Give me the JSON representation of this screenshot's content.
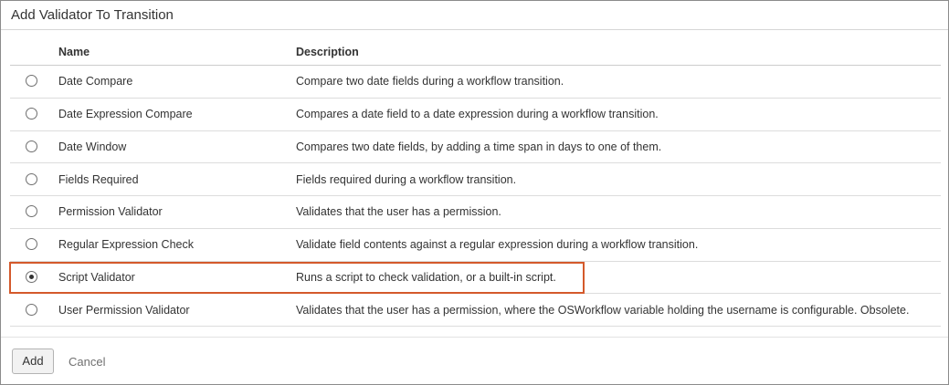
{
  "dialog": {
    "title": "Add Validator To Transition"
  },
  "table": {
    "columns": {
      "name": "Name",
      "description": "Description"
    },
    "rows": [
      {
        "name": "Date Compare",
        "description": "Compare two date fields during a workflow transition.",
        "selected": false
      },
      {
        "name": "Date Expression Compare",
        "description": "Compares a date field to a date expression during a workflow transition.",
        "selected": false
      },
      {
        "name": "Date Window",
        "description": "Compares two date fields, by adding a time span in days to one of them.",
        "selected": false
      },
      {
        "name": "Fields Required",
        "description": "Fields required during a workflow transition.",
        "selected": false
      },
      {
        "name": "Permission Validator",
        "description": "Validates that the user has a permission.",
        "selected": false
      },
      {
        "name": "Regular Expression Check",
        "description": "Validate field contents against a regular expression during a workflow transition.",
        "selected": false
      },
      {
        "name": "Script Validator",
        "description": "Runs a script to check validation, or a built-in script.",
        "selected": true
      },
      {
        "name": "User Permission Validator",
        "description": "Validates that the user has a permission, where the OSWorkflow variable holding the username is configurable. Obsolete.",
        "selected": false
      }
    ]
  },
  "footer": {
    "add_label": "Add",
    "cancel_label": "Cancel"
  },
  "colors": {
    "highlight": "#d4592b",
    "border": "#8c8c8c"
  }
}
